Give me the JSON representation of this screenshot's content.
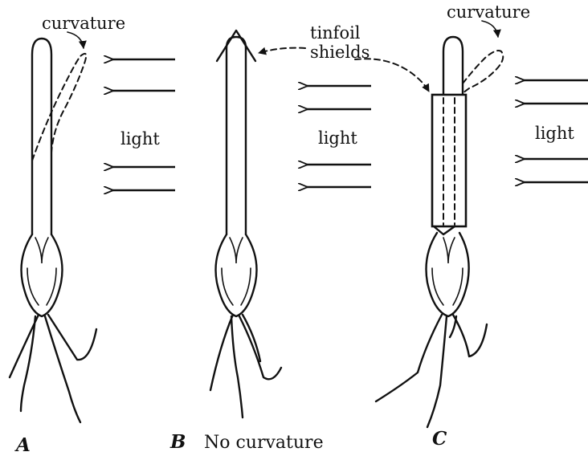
{
  "labels": {
    "curvature_a": "curvature",
    "curvature_c": "curvature",
    "light_a": "light",
    "light_b": "light",
    "light_c": "light",
    "tinfoil_line1": "tinfoil",
    "tinfoil_line2": "shields",
    "caption_b": "No curvature"
  },
  "panels": [
    {
      "letter": "A",
      "condition": "uncovered tip",
      "curvature": true
    },
    {
      "letter": "B",
      "condition": "tip covered with tinfoil",
      "curvature": false
    },
    {
      "letter": "C",
      "condition": "base covered with tinfoil",
      "curvature": true
    }
  ],
  "colors": {
    "ink": "#111111",
    "paper": "#ffffff"
  }
}
